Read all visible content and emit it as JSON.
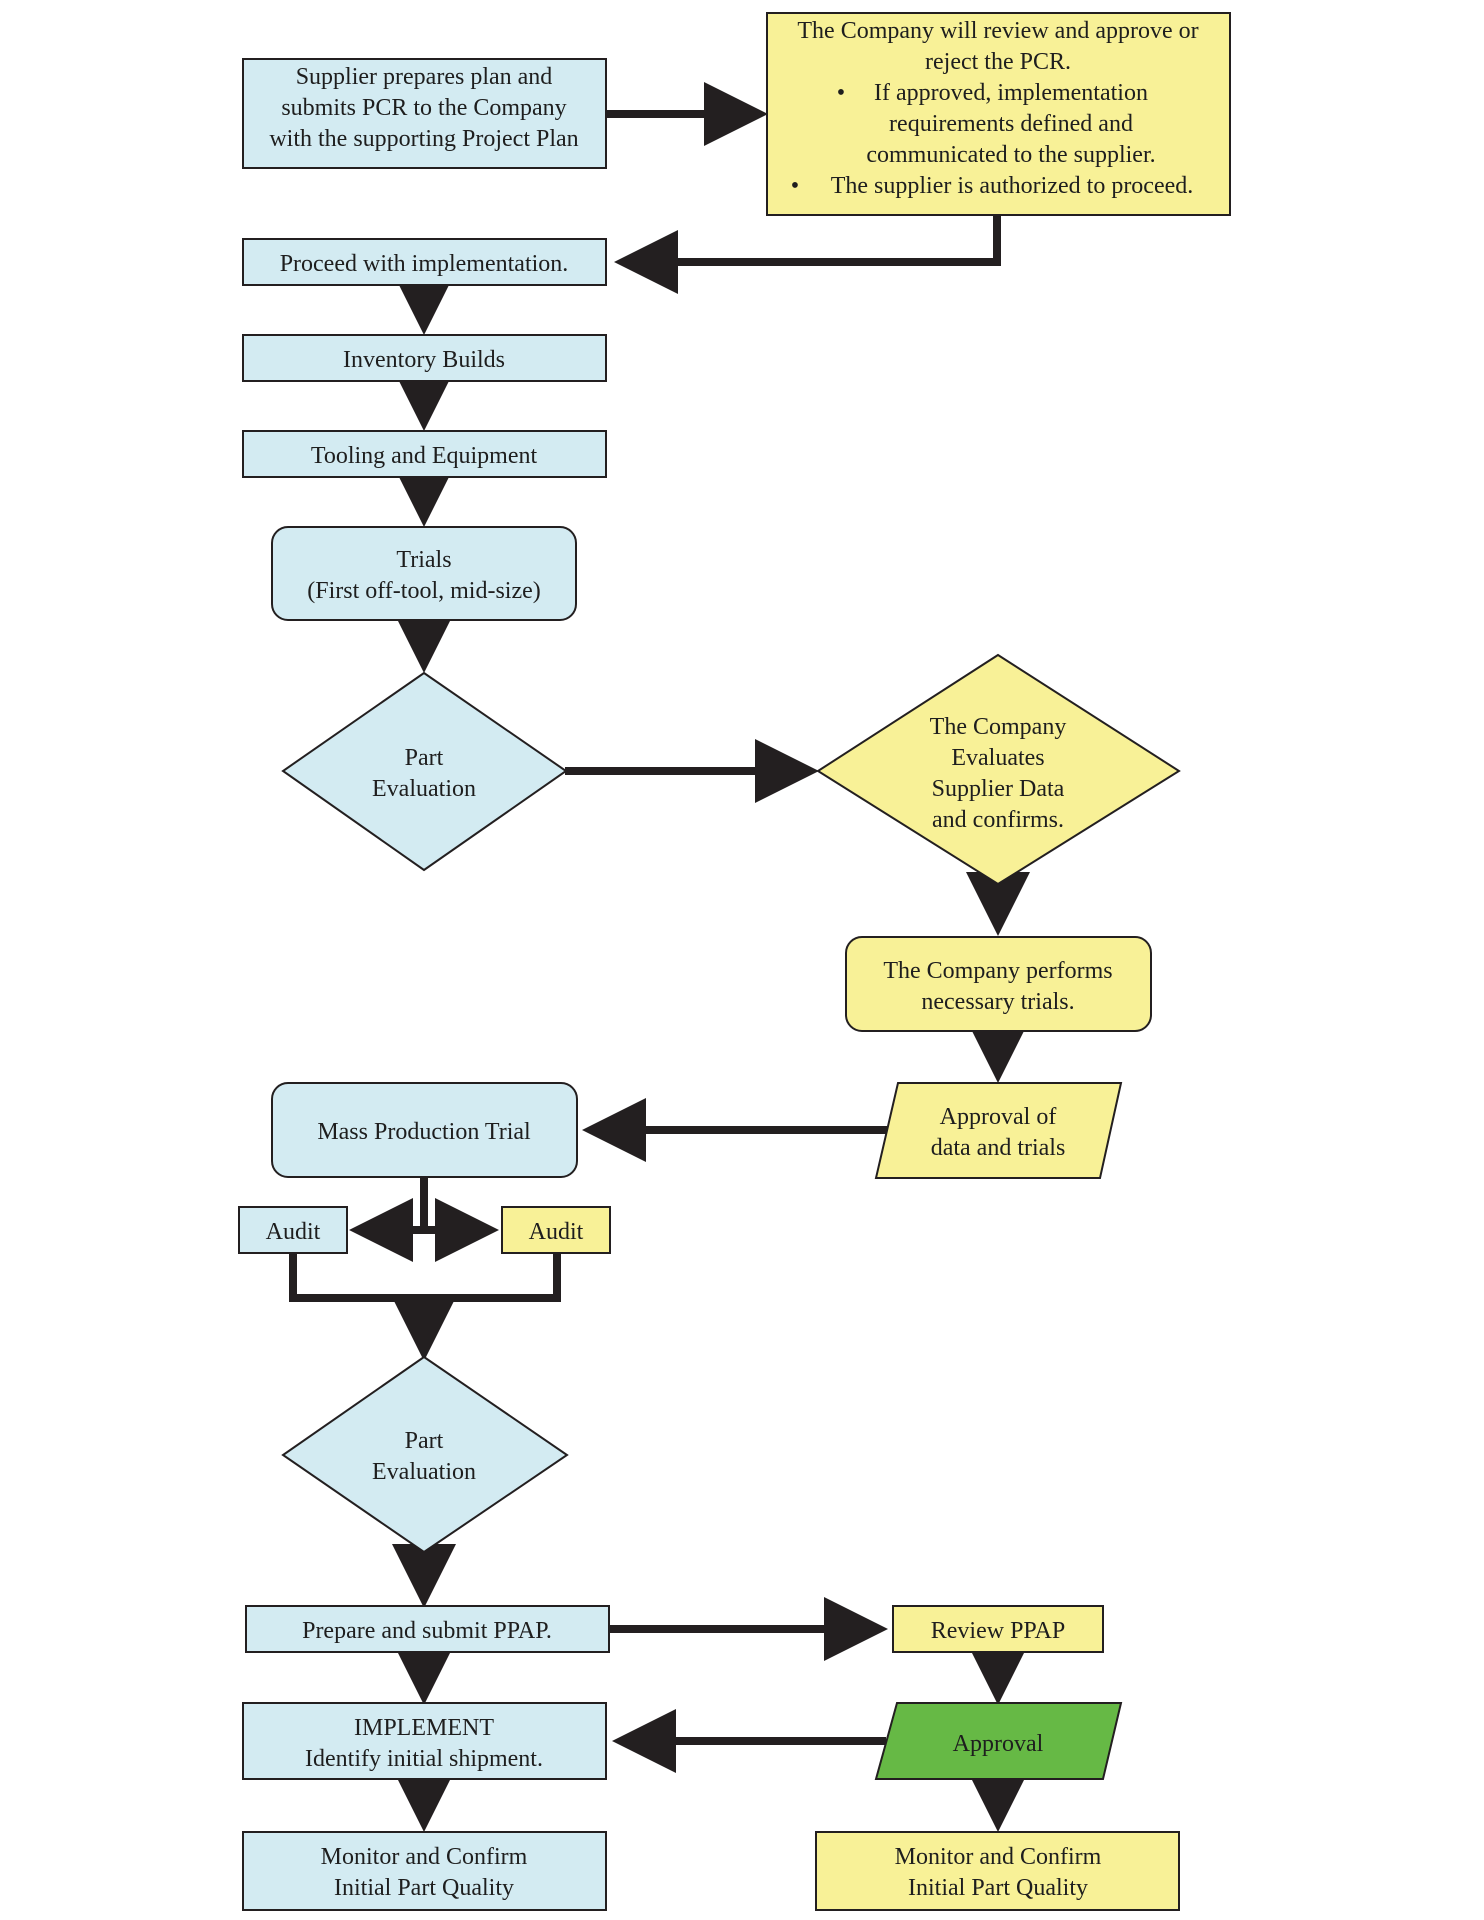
{
  "colors": {
    "supplier": "#d3ebf2",
    "company": "#f8f197",
    "approval": "#66b945",
    "stroke": "#231f20"
  },
  "nodes": {
    "supplier_submit": [
      "Supplier prepares plan and",
      "submits PCR to the Company",
      "with the supporting Project Plan"
    ],
    "company_review": [
      "The Company will review and approve or",
      "reject the PCR."
    ],
    "company_review_bullet1": [
      "If approved, implementation",
      "requirements defined and",
      "communicated to the supplier."
    ],
    "company_review_bullet2": [
      "The supplier is authorized to proceed."
    ],
    "bullet_glyph": "•",
    "proceed": [
      "Proceed with implementation."
    ],
    "inventory": [
      "Inventory Builds"
    ],
    "tooling": [
      "Tooling and Equipment"
    ],
    "trials": [
      "Trials",
      "(First off-tool, mid-size)"
    ],
    "part_eval_1": [
      "Part",
      "Evaluation"
    ],
    "company_evaluates": [
      "The Company",
      "Evaluates",
      "Supplier Data",
      "and confirms."
    ],
    "company_trials": [
      "The Company performs",
      "necessary trials."
    ],
    "approval_data": [
      "Approval of",
      "data and trials"
    ],
    "mass_production": [
      "Mass Production Trial"
    ],
    "audit_supplier": [
      "Audit"
    ],
    "audit_company": [
      "Audit"
    ],
    "part_eval_2": [
      "Part",
      "Evaluation"
    ],
    "submit_ppap": [
      "Prepare and submit PPAP."
    ],
    "review_ppap": [
      "Review PPAP"
    ],
    "implement": [
      "IMPLEMENT",
      "Identify initial shipment."
    ],
    "approval": [
      "Approval"
    ],
    "monitor_supplier": [
      "Monitor and Confirm",
      "Initial Part Quality"
    ],
    "monitor_company": [
      "Monitor and Confirm",
      "Initial Part Quality"
    ]
  }
}
